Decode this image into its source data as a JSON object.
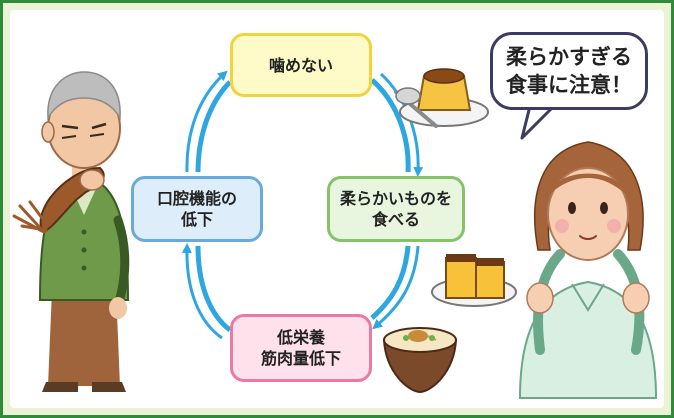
{
  "diagram": {
    "cycle_nodes": {
      "top": {
        "lines": [
          "噛めない"
        ]
      },
      "right": {
        "lines": [
          "柔らかいものを",
          "食べる"
        ]
      },
      "bottom": {
        "lines": [
          "低栄養",
          "筋肉量低下"
        ]
      },
      "left": {
        "lines": [
          "口腔機能の",
          "低下"
        ]
      }
    },
    "cycle_direction": "clockwise",
    "speech_bubble": {
      "lines": [
        "柔らかすぎる",
        "食事に注意！"
      ]
    },
    "illustrations": [
      "elderly-man-eating-icon",
      "pudding-icon",
      "castella-cake-icon",
      "udon-bowl-icon",
      "nurse-icon"
    ],
    "colors": {
      "frame": "#2f8a3b",
      "frame_bg": "#eaf3d3",
      "cycle_arrow": "#2ea7e0",
      "top_node": "#fffbc8",
      "right_node": "#e8f6df",
      "bottom_node": "#ffe1ec",
      "left_node": "#ddeefa"
    }
  }
}
